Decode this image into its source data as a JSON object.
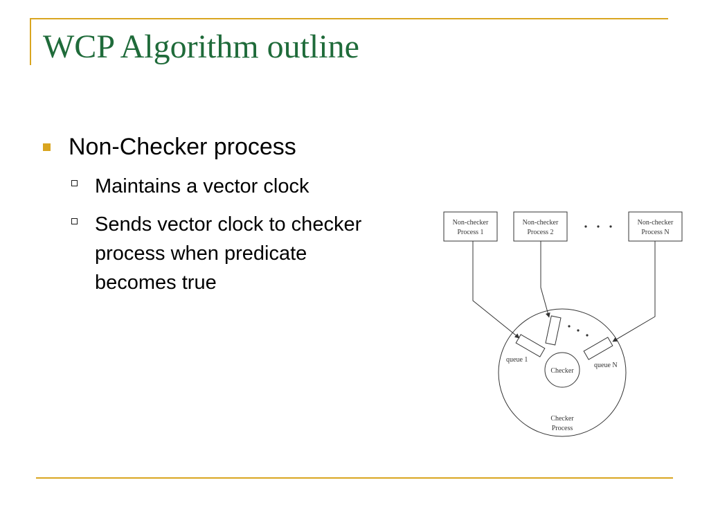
{
  "slide": {
    "title": "WCP Algorithm outline",
    "bullets": [
      {
        "text": "Non-Checker process",
        "sub": [
          "Maintains a vector clock",
          "Sends vector clock to checker process when predicate becomes true"
        ]
      }
    ]
  },
  "diagram": {
    "boxes": [
      {
        "line1": "Non-checker",
        "line2": "Process 1"
      },
      {
        "line1": "Non-checker",
        "line2": "Process 2"
      },
      {
        "line1": "Non-checker",
        "line2": "Process N"
      }
    ],
    "queue_labels": [
      "queue 1",
      "queue N"
    ],
    "checker_label": "Checker",
    "outer_label": [
      "Checker",
      "Process"
    ]
  },
  "colors": {
    "title": "#1f6b3a",
    "accent": "#d9a520"
  }
}
